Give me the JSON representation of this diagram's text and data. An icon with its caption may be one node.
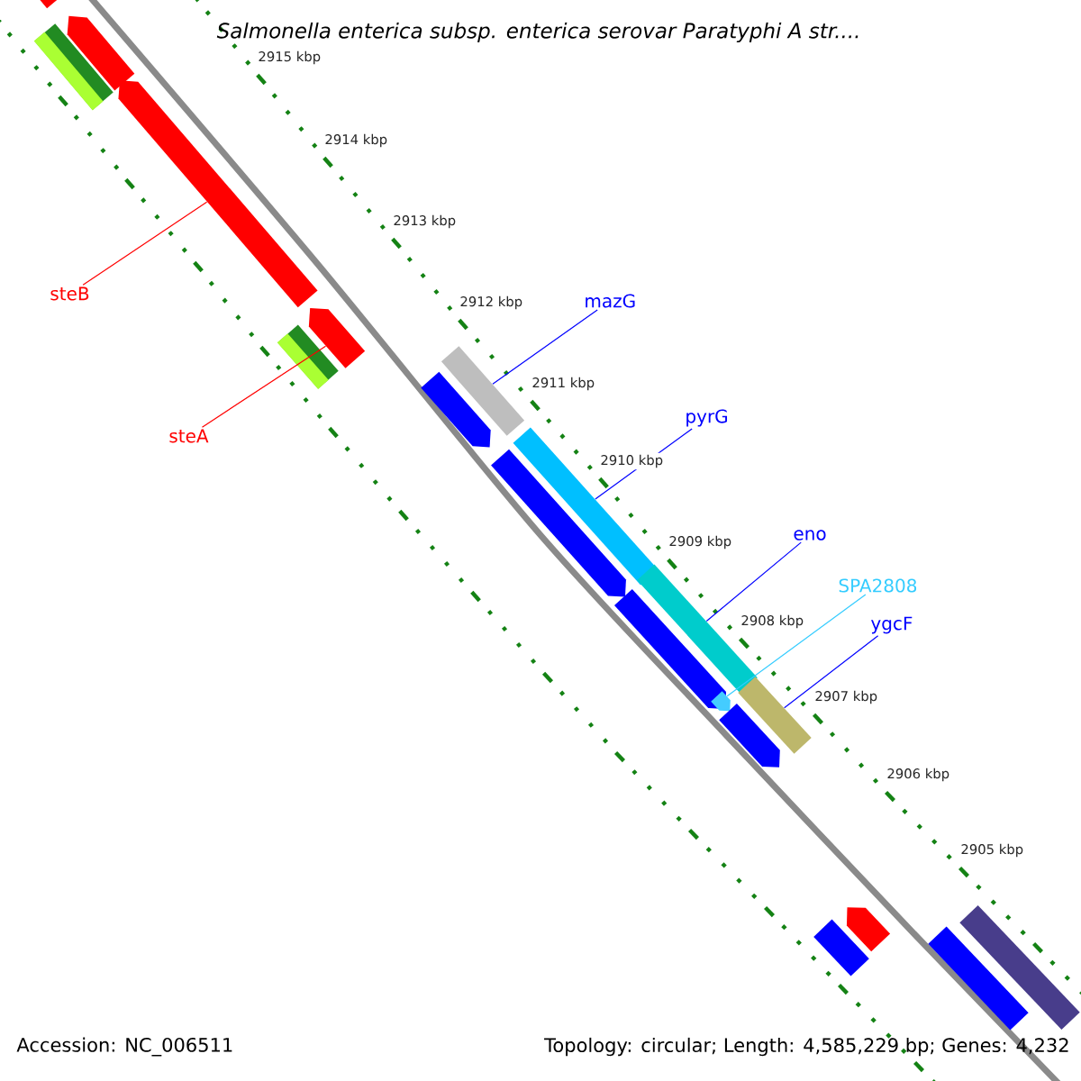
{
  "diagram": {
    "title": "Salmonella enterica subsp. enterica serovar Paratyphi A str....",
    "nodes": [
      {
        "text": [
          "steB"
        ]
      },
      {
        "text": [
          "steA"
        ]
      },
      {
        "text": [
          "mazG"
        ]
      },
      {
        "text": [
          "pyrG"
        ]
      },
      {
        "text": [
          "eno"
        ]
      },
      {
        "text": [
          "SPA2808"
        ]
      },
      {
        "text": [
          "ygcF"
        ]
      },
      {
        "text": [],
        "shape": "bar"
      },
      {
        "text": [],
        "shape": "pentagon"
      },
      {
        "text": [],
        "shape": "pentagon"
      },
      {
        "text": [],
        "shape": "pentagon"
      },
      {
        "text": [],
        "shape": "bar"
      },
      {
        "text": [],
        "shape": "bar"
      },
      {
        "text": [],
        "shape": "pentagon"
      },
      {
        "text": [],
        "shape": "bar"
      },
      {
        "text": [],
        "shape": "pentagon"
      },
      {
        "text": [],
        "shape": "bar"
      },
      {
        "text": [],
        "shape": "pentagon"
      },
      {
        "text": [],
        "shape": "bar"
      },
      {
        "text": [],
        "shape": "pentagon"
      },
      {
        "text": [],
        "shape": "bar"
      },
      {
        "text": [],
        "shape": "pentagon"
      },
      {
        "text": [],
        "shape": "pentagon"
      },
      {
        "text": [],
        "shape": "bar"
      },
      {
        "text": [],
        "shape": "bar"
      },
      {
        "text": [],
        "shape": "bar"
      }
    ],
    "edges": [
      {
        "from": 0,
        "to": 9,
        "arrow": "none",
        "color": "#ff0000"
      },
      {
        "from": 1,
        "to": 10,
        "arrow": "none",
        "color": "#ff0000"
      },
      {
        "from": 2,
        "to": 14,
        "arrow": "none"
      },
      {
        "from": 3,
        "to": 16,
        "arrow": "none"
      },
      {
        "from": 4,
        "to": 18,
        "arrow": "none"
      },
      {
        "from": 5,
        "to": 19,
        "arrow": "none",
        "color": "#33ccff"
      },
      {
        "from": 6,
        "to": 20,
        "arrow": "none"
      }
    ],
    "labels": [
      "2915 kbp",
      "2914 kbp",
      "2913 kbp",
      "2912 kbp",
      "2911 kbp",
      "2910 kbp",
      "2909 kbp",
      "2908 kbp",
      "2907 kbp",
      "2906 kbp",
      "2905 kbp",
      "Accession: NC_006511",
      "Topology: circular; Length: 4,585,229 bp; Genes: 4,232"
    ]
  }
}
